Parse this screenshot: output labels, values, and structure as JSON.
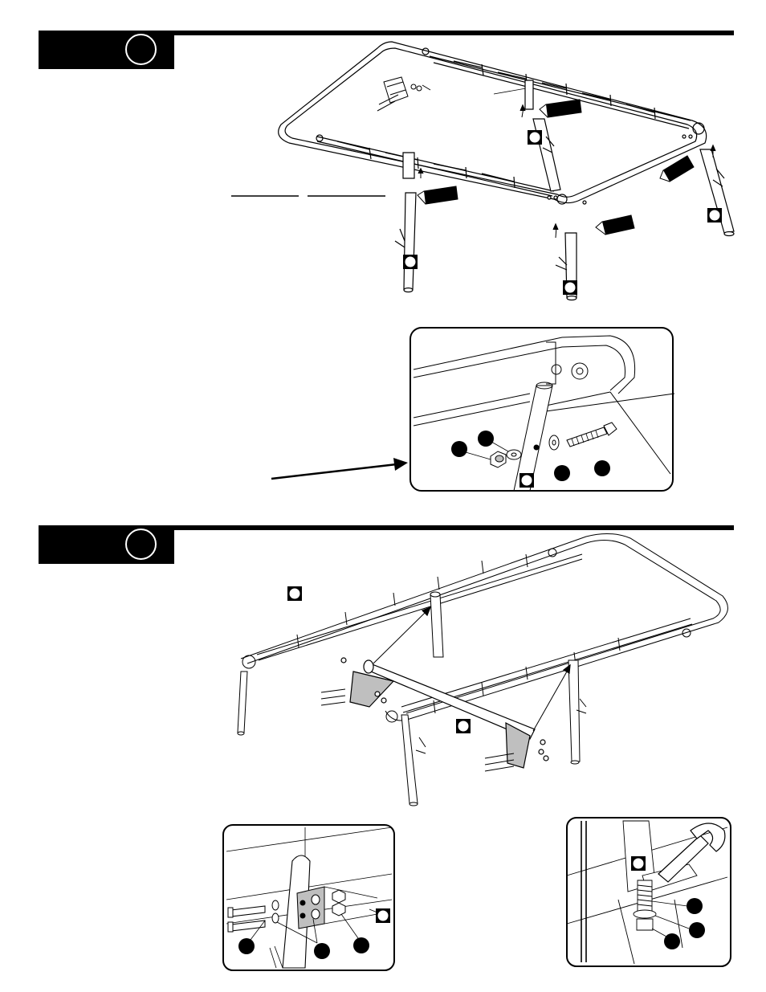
{
  "steps": [
    {
      "number": ""
    },
    {
      "number": ""
    }
  ],
  "figures": {
    "step1_main": {
      "icon": "canopy-frame-with-legs-illustration"
    },
    "step1_detail": {
      "icon": "bolt-washer-nut-detail-illustration"
    },
    "step2_main": {
      "icon": "canopy-frame-crossbar-illustration"
    },
    "step2_detail_left": {
      "icon": "bracket-bolts-detail-illustration"
    },
    "step2_detail_right": {
      "icon": "wrench-tightening-detail-illustration"
    }
  },
  "colors": {
    "ink": "#000000",
    "paper": "#ffffff",
    "panel_shade": "#bfbfbf"
  }
}
